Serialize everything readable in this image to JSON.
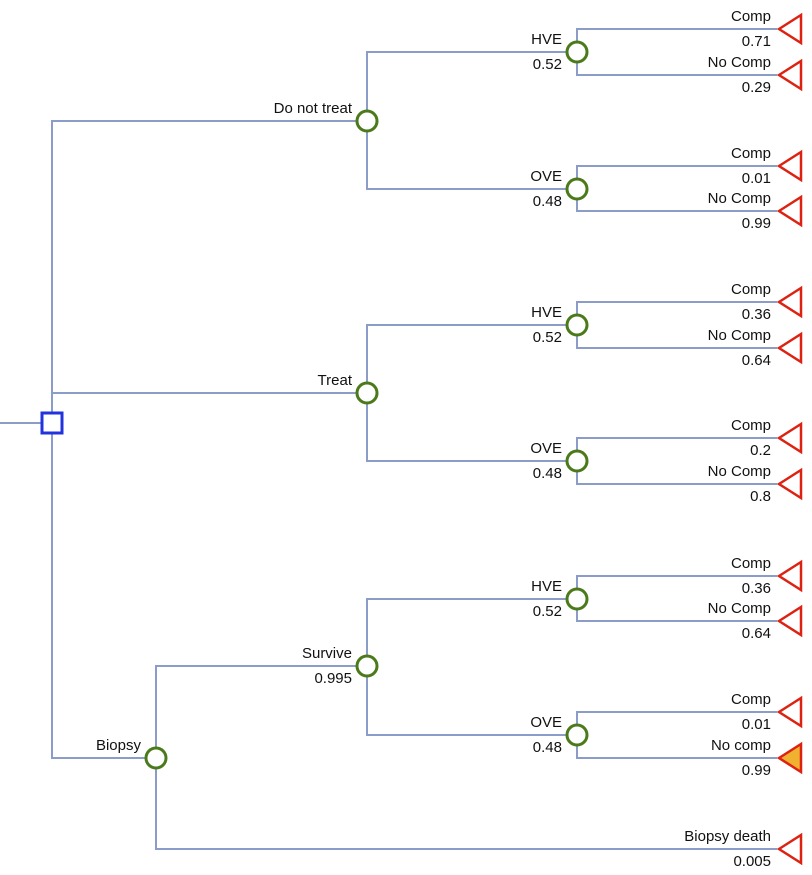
{
  "tree": {
    "colors": {
      "edge": "#8c9cc8",
      "decision_node": "#2233dd",
      "chance_node": "#4a7a1a",
      "terminal_node": "#dd2211",
      "terminal_highlight_fill": "#f0b030",
      "text": "#111111"
    },
    "root": {
      "type": "decision",
      "children": [
        {
          "label": "Do not treat",
          "prob": "",
          "type": "chance",
          "children": [
            {
              "label": "HVE",
              "prob": "0.52",
              "type": "chance",
              "children": [
                {
                  "label": "Comp",
                  "prob": "0.71",
                  "type": "terminal"
                },
                {
                  "label": "No Comp",
                  "prob": "0.29",
                  "type": "terminal"
                }
              ]
            },
            {
              "label": "OVE",
              "prob": "0.48",
              "type": "chance",
              "children": [
                {
                  "label": "Comp",
                  "prob": "0.01",
                  "type": "terminal"
                },
                {
                  "label": "No Comp",
                  "prob": "0.99",
                  "type": "terminal"
                }
              ]
            }
          ]
        },
        {
          "label": "Treat",
          "prob": "",
          "type": "chance",
          "children": [
            {
              "label": "HVE",
              "prob": "0.52",
              "type": "chance",
              "children": [
                {
                  "label": "Comp",
                  "prob": "0.36",
                  "type": "terminal"
                },
                {
                  "label": "No Comp",
                  "prob": "0.64",
                  "type": "terminal"
                }
              ]
            },
            {
              "label": "OVE",
              "prob": "0.48",
              "type": "chance",
              "children": [
                {
                  "label": "Comp",
                  "prob": "0.2",
                  "type": "terminal"
                },
                {
                  "label": "No Comp",
                  "prob": "0.8",
                  "type": "terminal"
                }
              ]
            }
          ]
        },
        {
          "label": "Biopsy",
          "prob": "",
          "type": "chance",
          "children": [
            {
              "label": "Survive",
              "prob": "0.995",
              "type": "chance",
              "children": [
                {
                  "label": "HVE",
                  "prob": "0.52",
                  "type": "chance",
                  "children": [
                    {
                      "label": "Comp",
                      "prob": "0.36",
                      "type": "terminal"
                    },
                    {
                      "label": "No Comp",
                      "prob": "0.64",
                      "type": "terminal"
                    }
                  ]
                },
                {
                  "label": "OVE",
                  "prob": "0.48",
                  "type": "chance",
                  "children": [
                    {
                      "label": "Comp",
                      "prob": "0.01",
                      "type": "terminal"
                    },
                    {
                      "label": "No comp",
                      "prob": "0.99",
                      "type": "terminal",
                      "highlighted": true
                    }
                  ]
                }
              ]
            },
            {
              "label": "Biopsy death",
              "prob": "0.005",
              "type": "terminal"
            }
          ]
        }
      ]
    }
  }
}
